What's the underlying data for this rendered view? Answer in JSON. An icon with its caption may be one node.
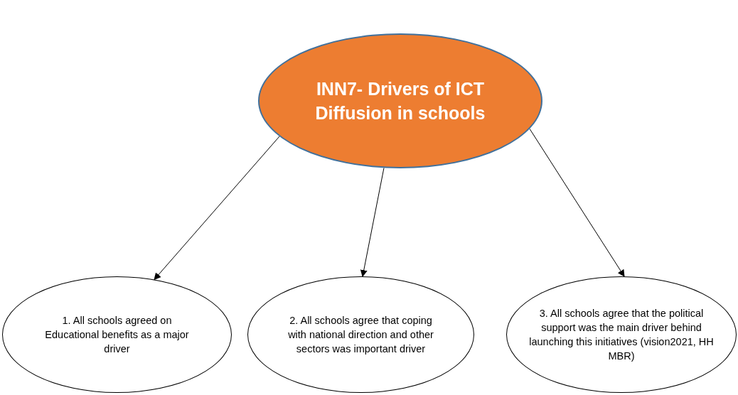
{
  "diagram": {
    "nodes": [
      {
        "text": [
          "INN7- Drivers of ICT Diffusion in schools"
        ]
      },
      {
        "text": [
          "1. All schools agreed on Educational benefits as a major driver"
        ]
      },
      {
        "text": [
          "2. All schools agree that coping with national direction and other sectors was important driver"
        ]
      },
      {
        "text": [
          "3. All schools agree that the political support was the main driver behind launching this initiatives (vision2021, HH MBR)"
        ]
      }
    ],
    "edges": [
      {
        "from": 0,
        "to": 1,
        "arrow": "to"
      },
      {
        "from": 0,
        "to": 2,
        "arrow": "to"
      },
      {
        "from": 0,
        "to": 3,
        "arrow": "to"
      }
    ]
  }
}
